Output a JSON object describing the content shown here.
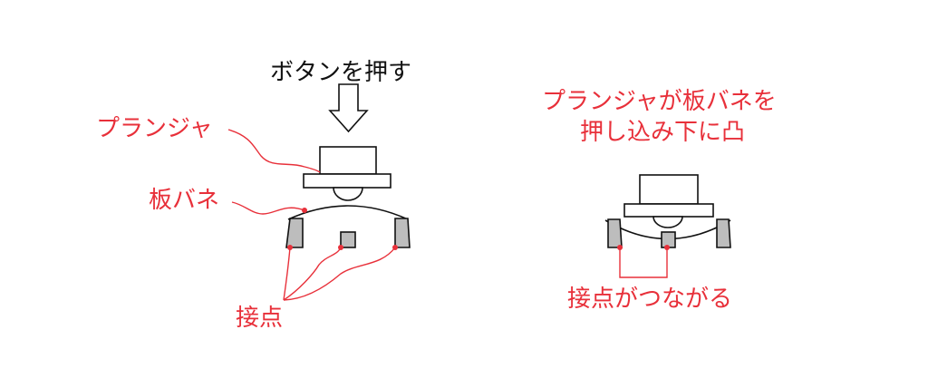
{
  "left_diagram": {
    "press_label": "ボタンを押す",
    "plunger_label": "プランジャ",
    "leaf_spring_label": "板バネ",
    "contact_label": "接点"
  },
  "right_diagram": {
    "title_line1": "プランジャが板バネを",
    "title_line2": "押し込み下に凸",
    "connect_label": "接点がつながる"
  },
  "colors": {
    "label_red": "#e8303a",
    "contact_gray": "#bdbdbd",
    "outline": "#111111"
  }
}
